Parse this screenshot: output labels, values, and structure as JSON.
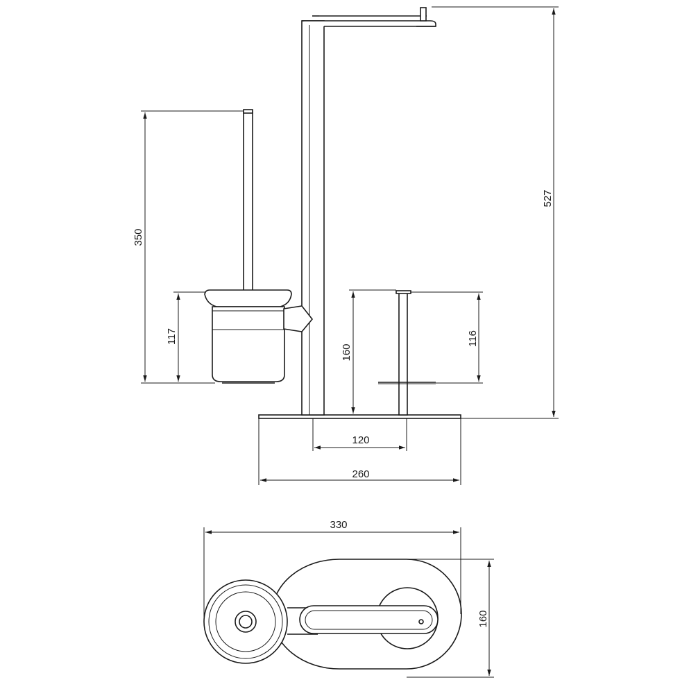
{
  "drawing": {
    "dimensions": {
      "height_total": "527",
      "brush_height": "350",
      "bowl_height": "117",
      "spare_holder_mount": "160",
      "spare_holder_height": "116",
      "spare_offset": "120",
      "base_width": "260",
      "top_width": "330",
      "top_depth": "160"
    }
  }
}
